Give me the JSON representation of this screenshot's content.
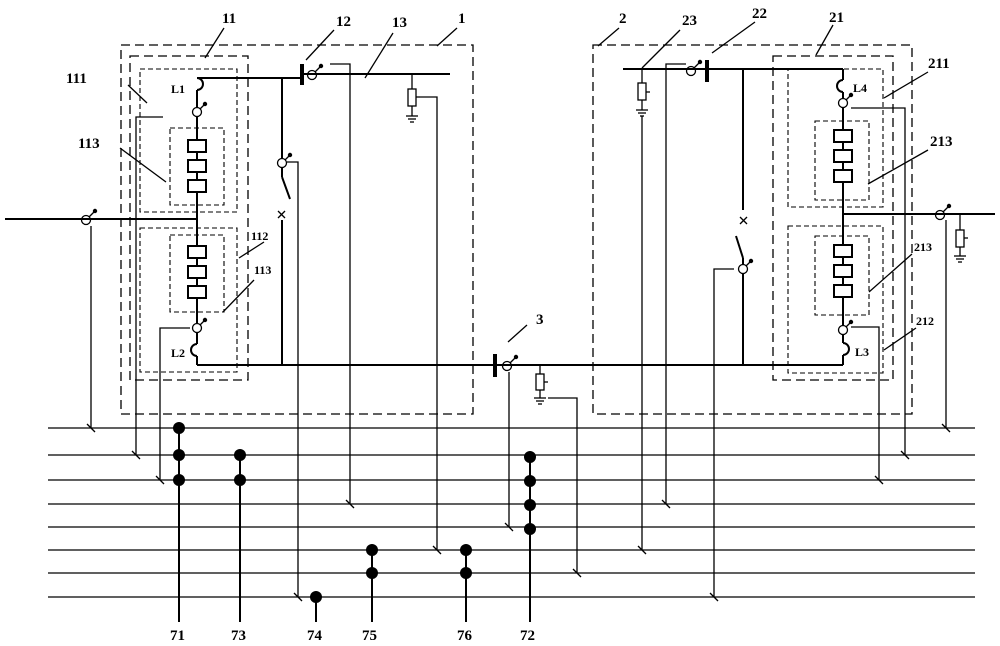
{
  "labels": {
    "l1": "1",
    "l2": "2",
    "l3": "3",
    "l11": "11",
    "l12": "12",
    "l13": "13",
    "l111": "111",
    "l112": "112",
    "l113a": "113",
    "l113b": "113",
    "l21": "21",
    "l22": "22",
    "l23": "23",
    "l211": "211",
    "l212": "212",
    "l213a": "213",
    "l213b": "213",
    "L1": "L1",
    "L2": "L2",
    "L3": "L3",
    "L4": "L4",
    "g71": "71",
    "g72": "72",
    "g73": "73",
    "g74": "74",
    "g75": "75",
    "g76": "76"
  }
}
